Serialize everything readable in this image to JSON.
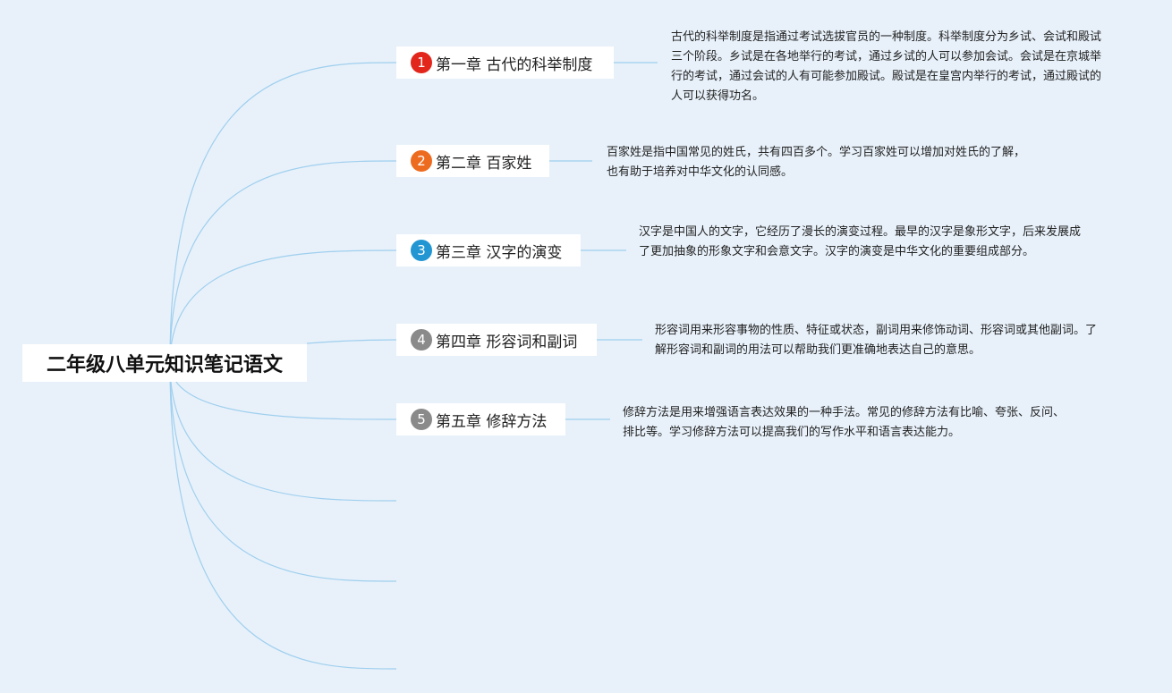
{
  "root": {
    "title": "二年级八单元知识笔记语文"
  },
  "line_color": "#9fcfee",
  "chapters": [
    {
      "number": "1",
      "title": "第一章 古代的科举制度",
      "badge_color": "#e2261b",
      "note": "古代的科举制度是指通过考试选拔官员的一种制度。科举制度分为乡试、会试和殿试三个阶段。乡试是在各地举行的考试，通过乡试的人可以参加会试。会试是在京城举行的考试，通过会试的人有可能参加殿试。殿试是在皇宫内举行的考试，通过殿试的人可以获得功名。"
    },
    {
      "number": "2",
      "title": "第二章 百家姓",
      "badge_color": "#ed6b1f",
      "note": "百家姓是指中国常见的姓氏，共有四百多个。学习百家姓可以增加对姓氏的了解，也有助于培养对中华文化的认同感。"
    },
    {
      "number": "3",
      "title": "第三章 汉字的演变",
      "badge_color": "#2196d3",
      "note": "汉字是中国人的文字，它经历了漫长的演变过程。最早的汉字是象形文字，后来发展成了更加抽象的形象文字和会意文字。汉字的演变是中华文化的重要组成部分。"
    },
    {
      "number": "4",
      "title": "第四章 形容词和副词",
      "badge_color": "#8a8a8a",
      "note": "形容词用来形容事物的性质、特征或状态，副词用来修饰动词、形容词或其他副词。了解形容词和副词的用法可以帮助我们更准确地表达自己的意思。"
    },
    {
      "number": "5",
      "title": "第五章 修辞方法",
      "badge_color": "#8a8a8a",
      "note": "修辞方法是用来增强语言表达效果的一种手法。常见的修辞方法有比喻、夸张、反问、排比等。学习修辞方法可以提高我们的写作水平和语言表达能力。"
    }
  ]
}
